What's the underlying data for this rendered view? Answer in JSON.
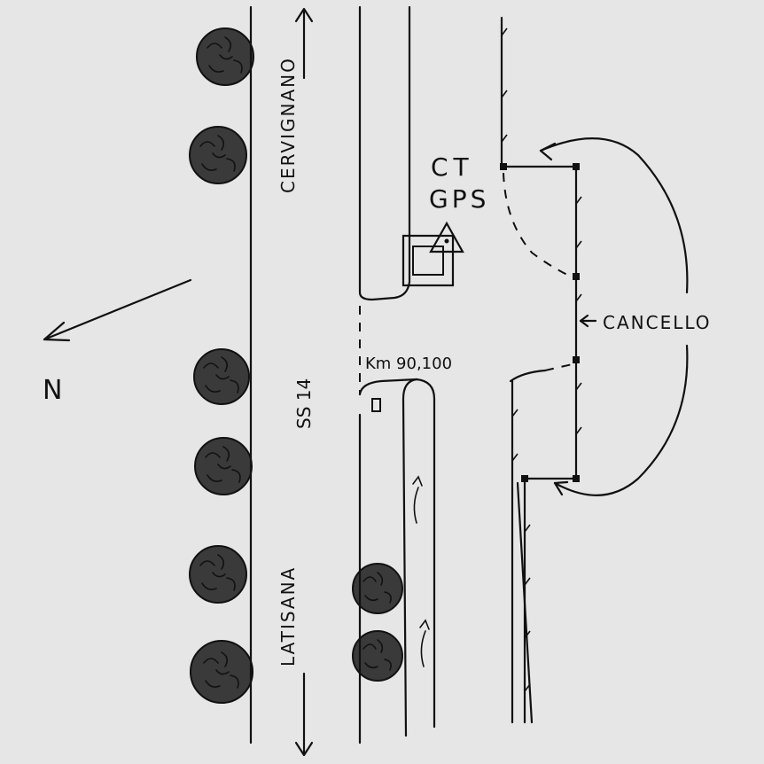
{
  "labels": {
    "north": "N",
    "direction_top": "CERVIGNANO",
    "direction_bottom": "LATISANA",
    "road_name": "SS 14",
    "station_line1": "CT",
    "station_line2": "GPS",
    "kilometer": "Km 90,100",
    "gate": "CANCELLO"
  },
  "colors": {
    "paper": "#e6e6e6",
    "ink": "#111111"
  },
  "icons": {
    "north_arrow": "arrow-icon",
    "trees": "tree-icon",
    "gps_marker": "triangle-marker-icon"
  }
}
